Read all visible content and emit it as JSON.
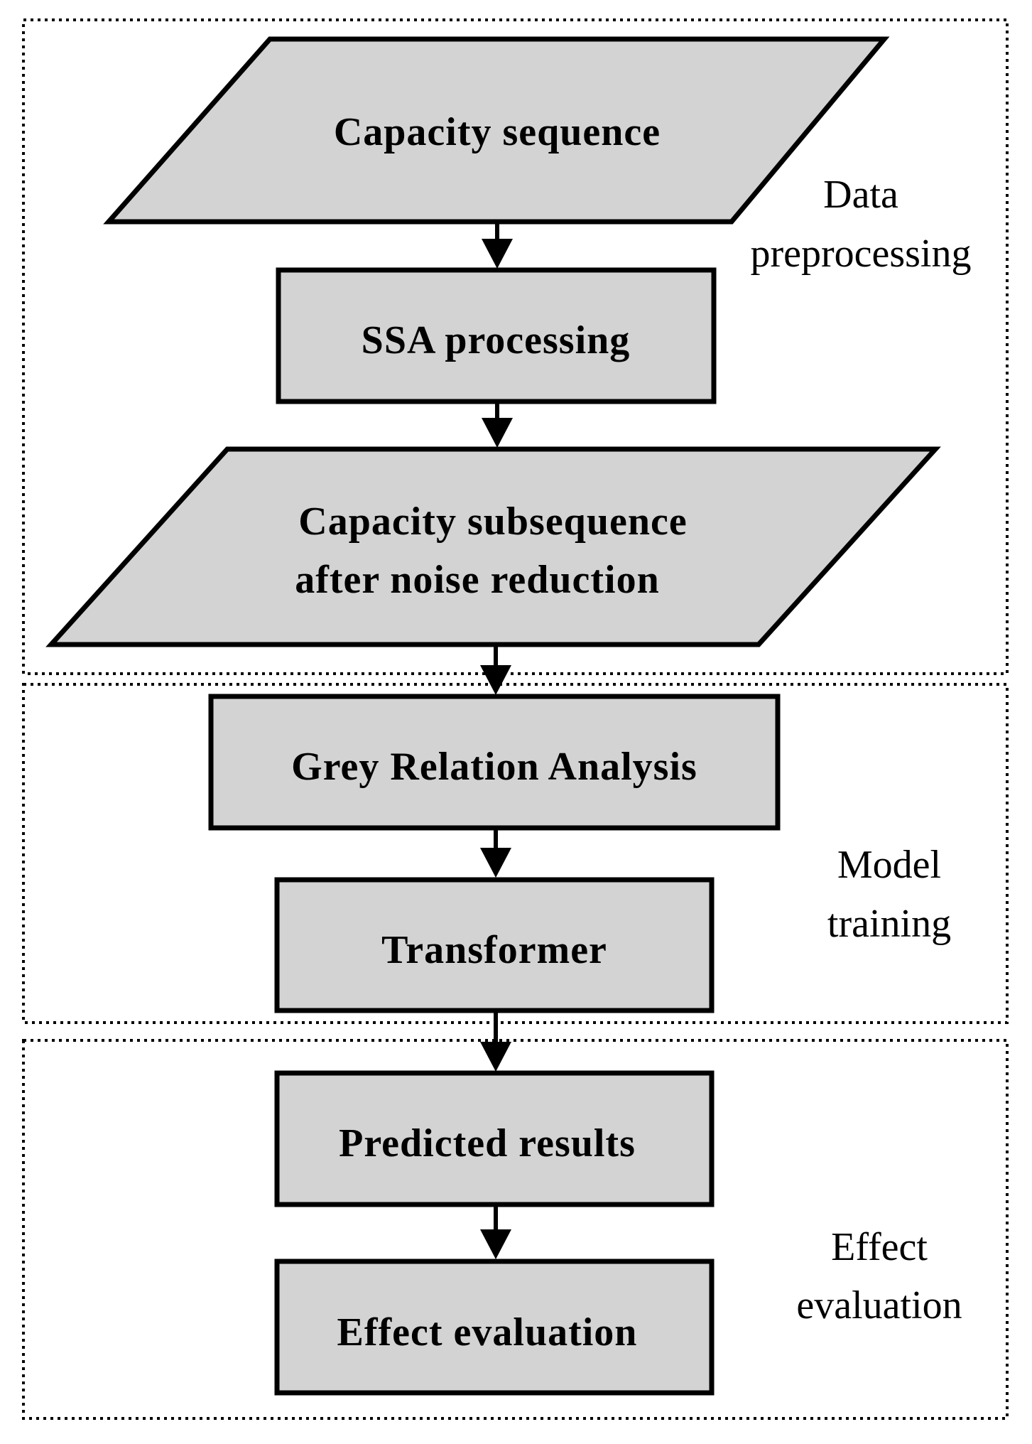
{
  "groups": [
    {
      "id": "preprocessing",
      "label_line1": "Data",
      "label_line2": "preprocessing"
    },
    {
      "id": "training",
      "label_line1": "Model",
      "label_line2": "training"
    },
    {
      "id": "evaluation",
      "label_line1": "Effect",
      "label_line2": "evaluation"
    }
  ],
  "nodes": {
    "capacity_sequence": {
      "label": "Capacity sequence",
      "shape": "parallelogram"
    },
    "ssa_processing": {
      "label": "SSA processing",
      "shape": "rectangle"
    },
    "capacity_subsequence": {
      "label_line1": "Capacity subsequence",
      "label_line2": "after noise reduction",
      "shape": "parallelogram"
    },
    "grey_relation": {
      "label": "Grey Relation Analysis",
      "shape": "rectangle"
    },
    "transformer": {
      "label": "Transformer",
      "shape": "rectangle"
    },
    "predicted_results": {
      "label": "Predicted results",
      "shape": "rectangle"
    },
    "effect_evaluation": {
      "label": "Effect evaluation",
      "shape": "rectangle"
    }
  },
  "edges": [
    {
      "from": "capacity_sequence",
      "to": "ssa_processing"
    },
    {
      "from": "ssa_processing",
      "to": "capacity_subsequence"
    },
    {
      "from": "capacity_subsequence",
      "to": "grey_relation"
    },
    {
      "from": "grey_relation",
      "to": "transformer"
    },
    {
      "from": "transformer",
      "to": "predicted_results"
    },
    {
      "from": "predicted_results",
      "to": "effect_evaluation"
    }
  ],
  "colors": {
    "node_fill": "#d3d3d3",
    "stroke": "#000000",
    "background": "#ffffff"
  }
}
